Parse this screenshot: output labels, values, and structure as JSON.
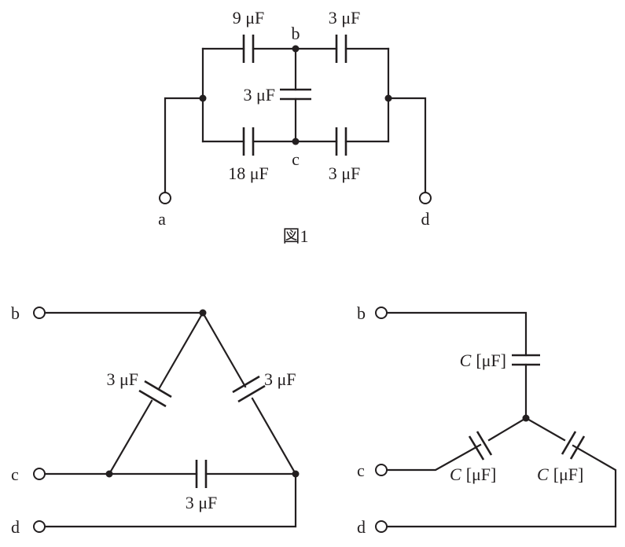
{
  "figure1": {
    "caption": "図1",
    "caps": {
      "top_left": "9 μF",
      "top_right": "3 μF",
      "middle": "3 μF",
      "bottom_left": "18 μF",
      "bottom_right": "3 μF"
    },
    "nodes": {
      "a": "a",
      "b": "b",
      "c": "c",
      "d": "d"
    }
  },
  "delta": {
    "nodes": {
      "b": "b",
      "c": "c",
      "d": "d"
    },
    "caps": {
      "left": "3 μF",
      "right": "3 μF",
      "bottom": "3 μF"
    }
  },
  "star": {
    "nodes": {
      "b": "b",
      "c": "c",
      "d": "d"
    },
    "cap_symbol": "C",
    "cap_unit": "[μF]"
  }
}
